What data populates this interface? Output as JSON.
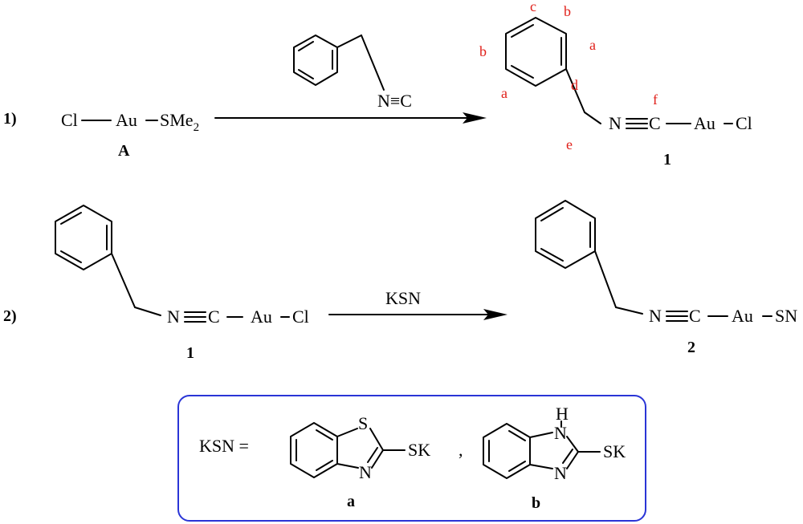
{
  "colors": {
    "annotation": "#e0201a",
    "frame": "#2a35d6",
    "ink": "#000000"
  },
  "reaction1": {
    "step": "1)",
    "reactant_cl": "Cl",
    "reactant_au": "Au",
    "reactant_sme": "SMe",
    "reactant_sub": "2",
    "reactant_label": "A",
    "reagent_nc": "N≡C",
    "product_n": "N",
    "product_c": "C",
    "product_au": "Au",
    "product_cl": "Cl",
    "product_label": "1",
    "atom_labels": {
      "a1": "a",
      "a2": "a",
      "b1": "b",
      "b2": "b",
      "c": "c",
      "d": "d",
      "e": "e",
      "f": "f"
    }
  },
  "reaction2": {
    "step": "2)",
    "reactant_n": "N",
    "reactant_c": "C",
    "reactant_au": "Au",
    "reactant_cl": "Cl",
    "reactant_label": "1",
    "reagent": "KSN",
    "product_n": "N",
    "product_c": "C",
    "product_au": "Au",
    "product_sn": "SN",
    "product_label": "2"
  },
  "legend": {
    "ksn_eq": "KSN =",
    "a_s": "S",
    "a_n": "N",
    "a_sk": "SK",
    "a_label": "a",
    "comma": ",",
    "b_h": "H",
    "b_nh": "N",
    "b_n": "N",
    "b_sk": "SK",
    "b_label": "b"
  }
}
